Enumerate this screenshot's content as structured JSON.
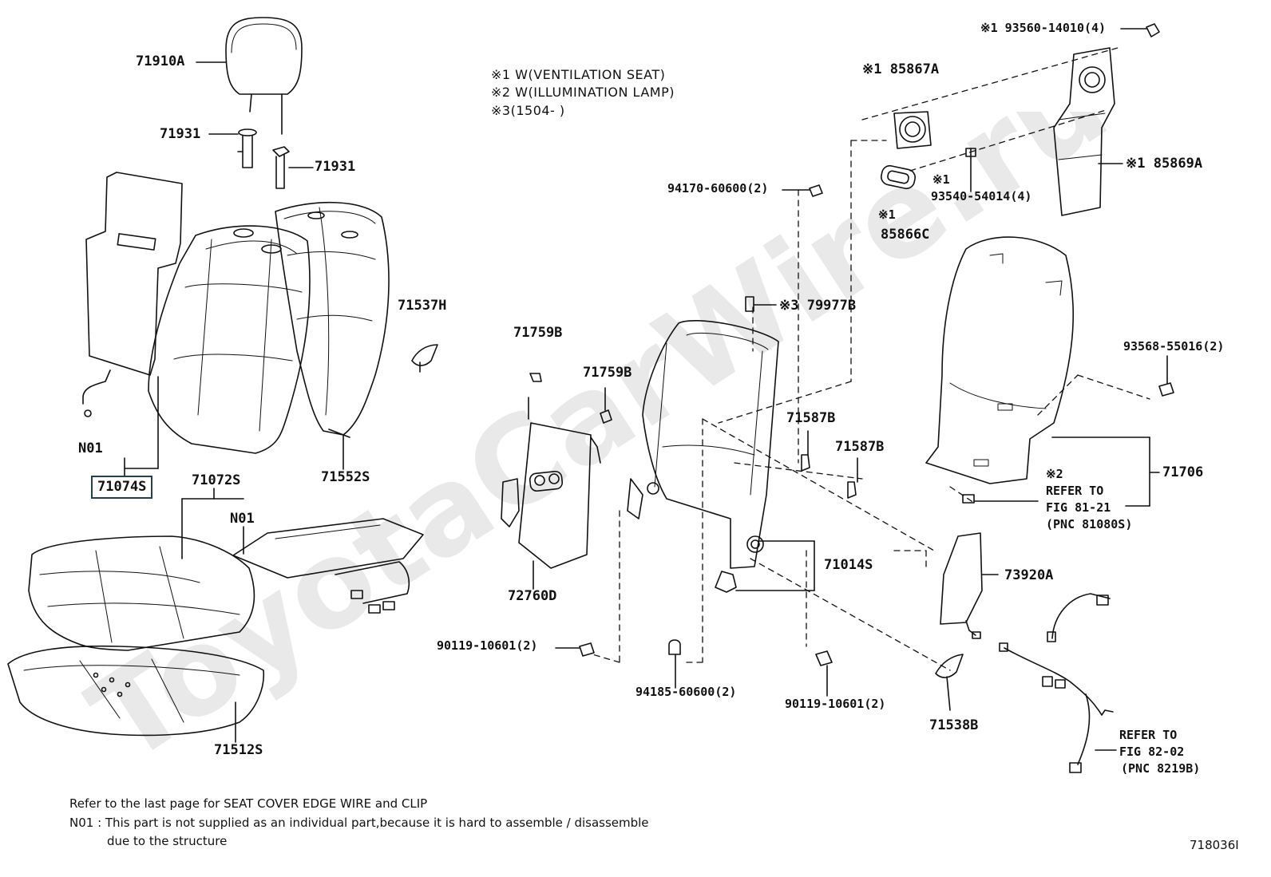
{
  "legend": {
    "line1": "※1  W(VENTILATION  SEAT)",
    "line2": "※2  W(ILLUMINATION  LAMP)",
    "line3": "※3(1504-      )"
  },
  "watermark_text": "ToyotaCarWire.ru",
  "parts": {
    "p71910A": "71910A",
    "p71931a": "71931",
    "p71931b": "71931",
    "p71074S": "71074S",
    "n01a": "N01",
    "p71072S": "71072S",
    "n01b": "N01",
    "p71537H": "71537H",
    "p71552S": "71552S",
    "p71512S": "71512S",
    "p71759Ba": "71759B",
    "p71759Bb": "71759B",
    "p72760D": "72760D",
    "p90119a": "90119-10601(2)",
    "p94185": "94185-60600(2)",
    "p90119b": "90119-10601(2)",
    "p94170": "94170-60600(2)",
    "p79977B": "※3 79977B",
    "p71587Ba": "71587B",
    "p71587Bb": "71587B",
    "p71014S": "71014S",
    "p85867A": "※1 85867A",
    "p93560": "※1 93560-14010(4)",
    "p85869A": "※1 85869A",
    "p93540mark": "※1",
    "p93540": "93540-54014(4)",
    "p85866Cmark": "※1",
    "p85866C": "85866C",
    "p93568": "93568-55016(2)",
    "p71706": "71706",
    "p73920A": "73920A",
    "p71538B": "71538B"
  },
  "refer1": {
    "mark": "※2",
    "line1": "REFER TO",
    "line2": "FIG 81-21",
    "line3": "(PNC 81080S)"
  },
  "refer2": {
    "line1": "REFER TO",
    "line2": "FIG 82-02",
    "line3": "(PNC 8219B)"
  },
  "footer": {
    "line1": "Refer to the last page for SEAT COVER EDGE WIRE and CLIP",
    "line2": "N01 : This part is not supplied as an individual part,because it is hard to assemble / disassemble",
    "line3": "due to the structure"
  },
  "diagram_id": "718036I"
}
